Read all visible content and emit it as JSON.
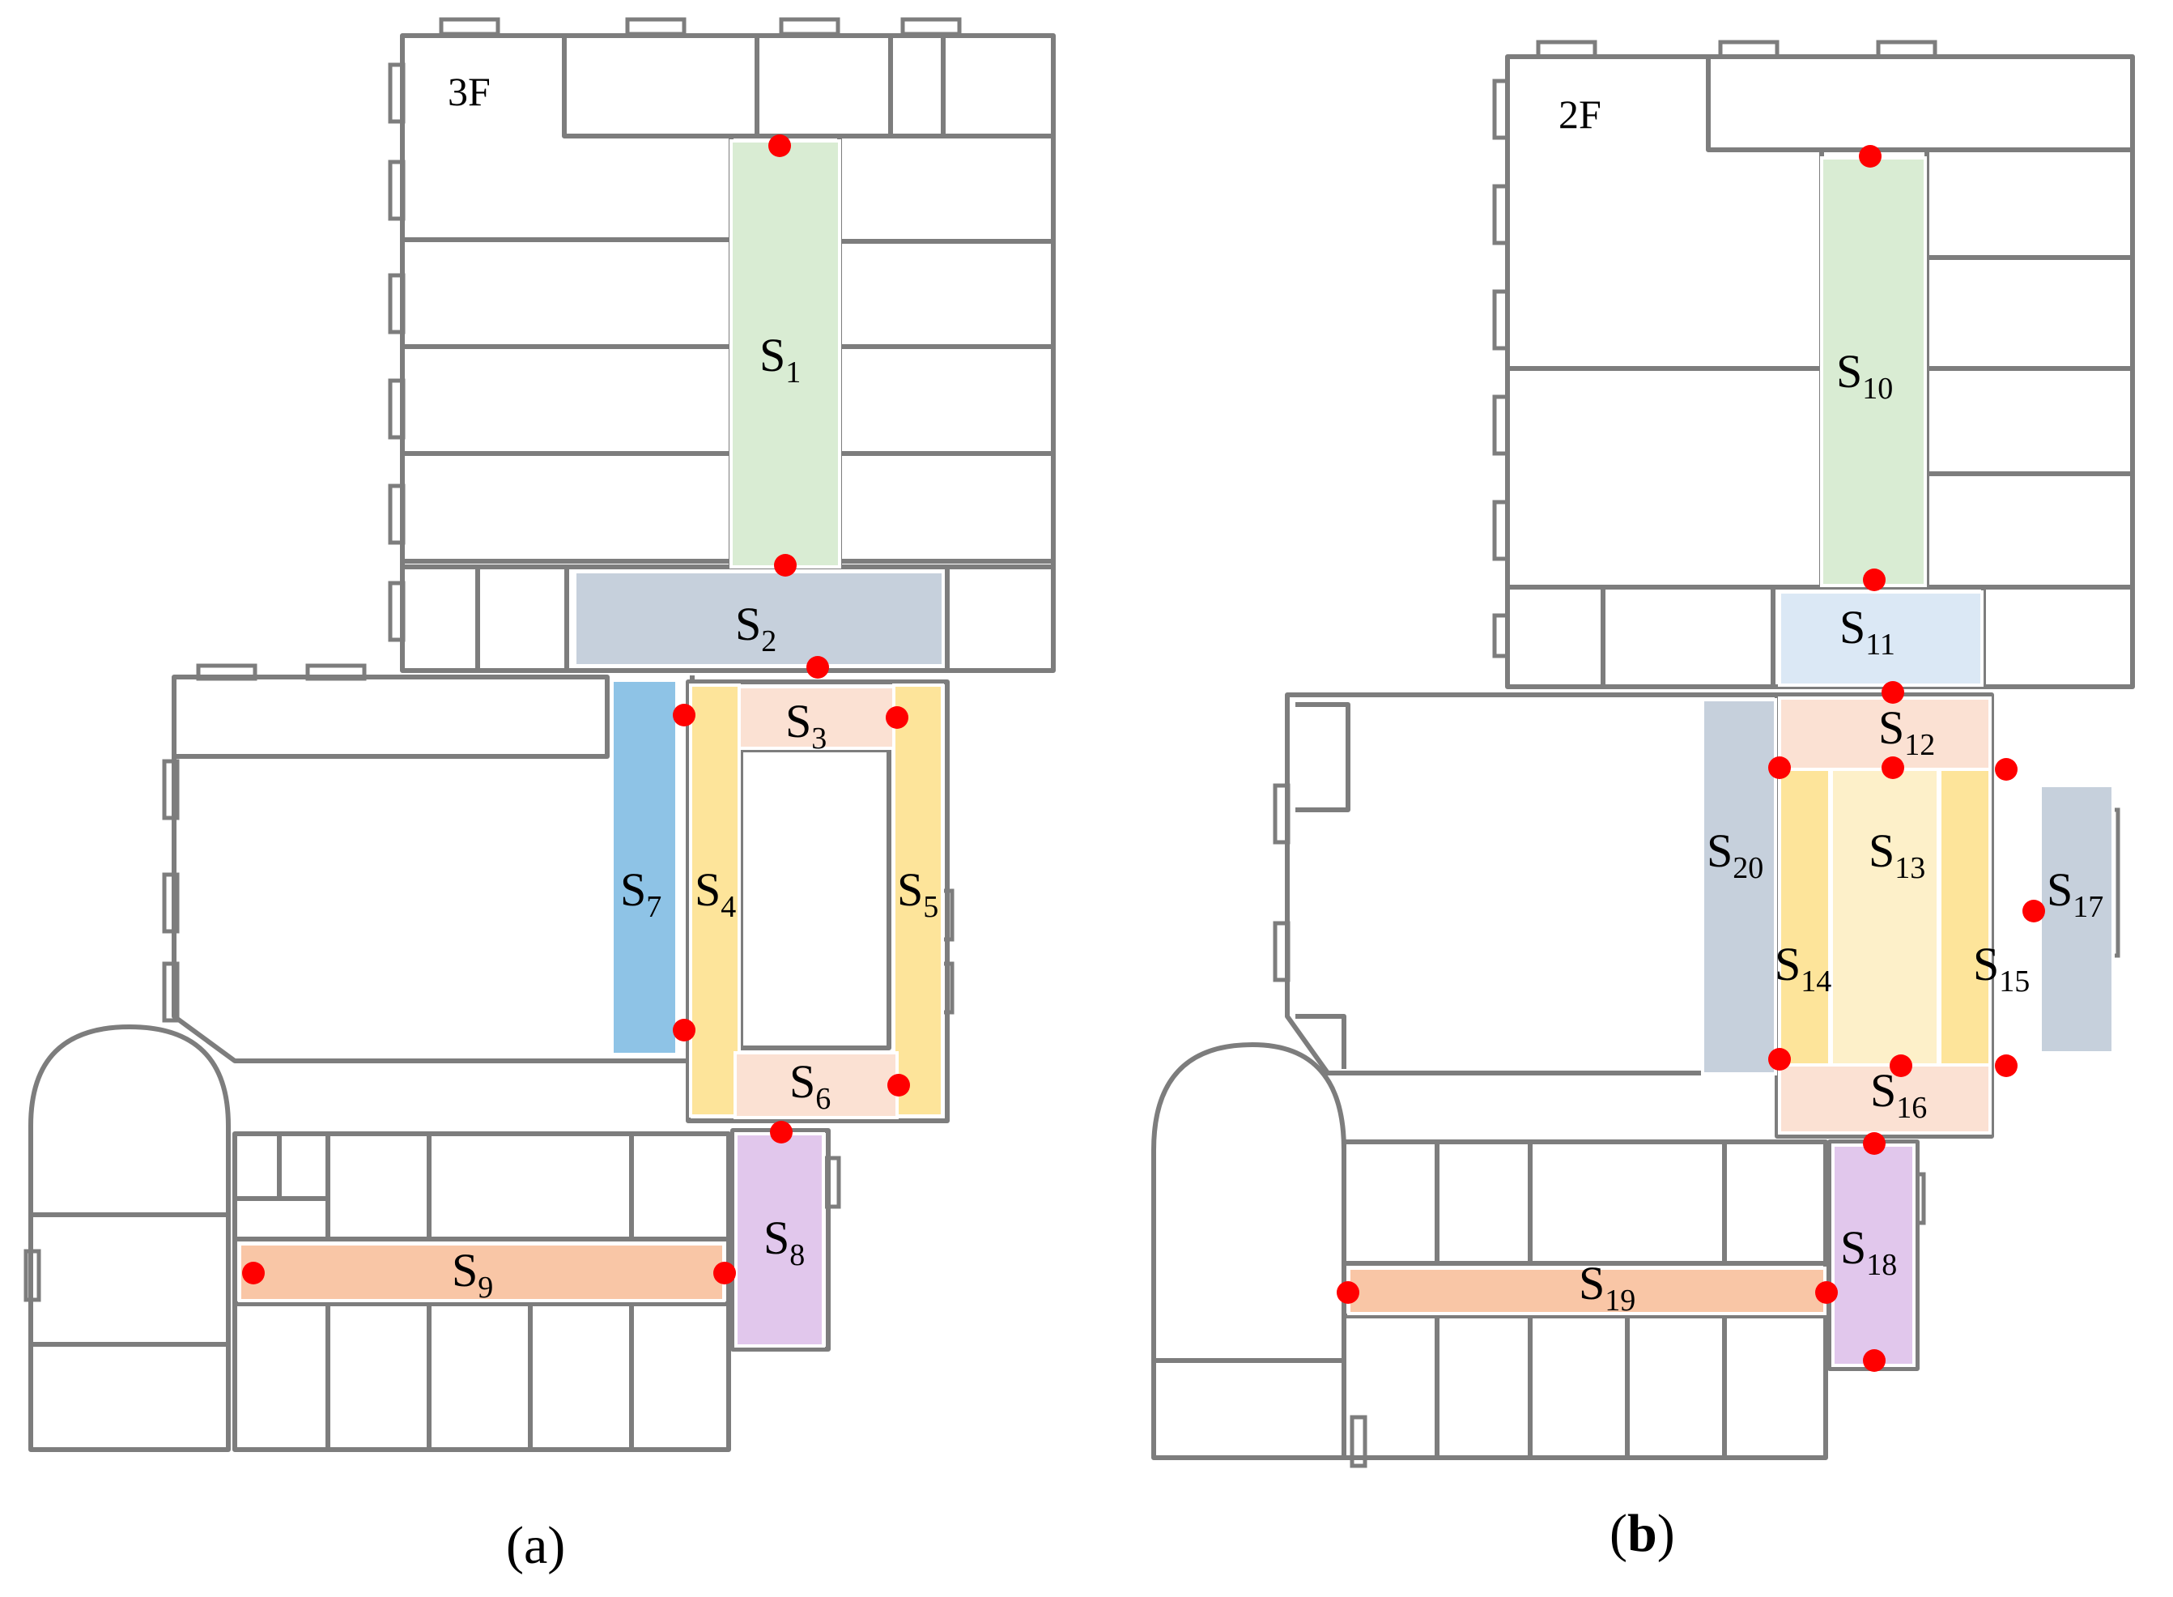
{
  "panel_a": {
    "floor_label": "3F",
    "caption_open": "(",
    "caption_letter": "a",
    "caption_close": ")",
    "segments": [
      {
        "id": "S1",
        "base": "S",
        "sub": "1",
        "color": "#d9ecd3"
      },
      {
        "id": "S2",
        "base": "S",
        "sub": "2",
        "color": "#c6d0dc"
      },
      {
        "id": "S3",
        "base": "S",
        "sub": "3",
        "color": "#fbe1d3"
      },
      {
        "id": "S4",
        "base": "S",
        "sub": "4",
        "color": "#fde49a"
      },
      {
        "id": "S5",
        "base": "S",
        "sub": "5",
        "color": "#fde49a"
      },
      {
        "id": "S6",
        "base": "S",
        "sub": "6",
        "color": "#fbe1d3"
      },
      {
        "id": "S7",
        "base": "S",
        "sub": "7",
        "color": "#8ec3e6"
      },
      {
        "id": "S8",
        "base": "S",
        "sub": "8",
        "color": "#e1c7ec"
      },
      {
        "id": "S9",
        "base": "S",
        "sub": "9",
        "color": "#f9c6a6"
      }
    ]
  },
  "panel_b": {
    "floor_label": "2F",
    "caption_open": "(",
    "caption_letter": "b",
    "caption_close": ")",
    "segments": [
      {
        "id": "S10",
        "base": "S",
        "sub": "10",
        "color": "#d9ecd3"
      },
      {
        "id": "S11",
        "base": "S",
        "sub": "11",
        "color": "#dbe8f5"
      },
      {
        "id": "S12",
        "base": "S",
        "sub": "12",
        "color": "#fbe1d3"
      },
      {
        "id": "S13",
        "base": "S",
        "sub": "13",
        "color": "#fdf0c9"
      },
      {
        "id": "S14",
        "base": "S",
        "sub": "14",
        "color": "#fde49a"
      },
      {
        "id": "S15",
        "base": "S",
        "sub": "15",
        "color": "#fde49a"
      },
      {
        "id": "S16",
        "base": "S",
        "sub": "16",
        "color": "#fbe1d3"
      },
      {
        "id": "S17",
        "base": "S",
        "sub": "17",
        "color": "#c6d0dc"
      },
      {
        "id": "S18",
        "base": "S",
        "sub": "18",
        "color": "#e1c7ec"
      },
      {
        "id": "S19",
        "base": "S",
        "sub": "19",
        "color": "#f9c6a6"
      },
      {
        "id": "S20",
        "base": "S",
        "sub": "20",
        "color": "#c6d0dc"
      }
    ]
  },
  "colors": {
    "wall": "#7d7d7d",
    "node": "#ff0000"
  }
}
